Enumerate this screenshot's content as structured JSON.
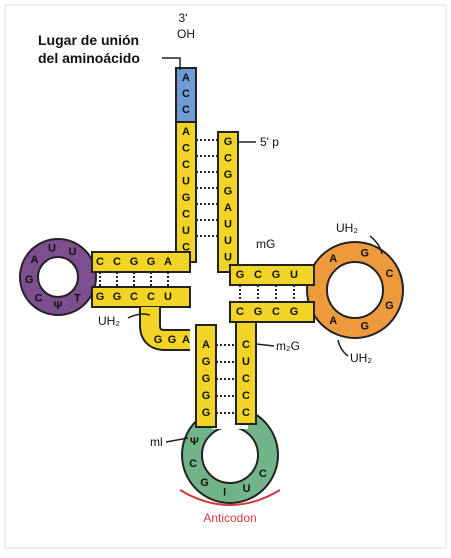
{
  "title_lines": [
    "Lugar de unión",
    "del aminoácido"
  ],
  "end_3_label": "3'",
  "oh_label": "OH",
  "end_5_label": "5' p",
  "colors": {
    "stem": "#f2d426",
    "acceptor_tail": "#6f9bd6",
    "d_loop": "#7d4f8e",
    "t_loop": "#ec9a3c",
    "anticodon_loop": "#72b489",
    "anticodon_bracket": "#d03a3a",
    "outline": "#222222"
  },
  "acceptor": {
    "tail_3prime": [
      "A",
      "C",
      "C"
    ],
    "strand_3prime": [
      "A",
      "C",
      "C",
      "U",
      "G",
      "C",
      "U",
      "C"
    ],
    "strand_5prime": [
      "G",
      "C",
      "G",
      "G",
      "A",
      "U",
      "U",
      "U"
    ]
  },
  "d_arm": {
    "top_strand": [
      "C",
      "C",
      "G",
      "G",
      "A"
    ],
    "bottom_strand": [
      "G",
      "G",
      "C",
      "C",
      "U"
    ],
    "loop": [
      "U",
      "U",
      "A",
      "G",
      "C",
      "Ψ",
      "T"
    ]
  },
  "t_arm": {
    "top_strand": [
      "G",
      "C",
      "G",
      "U"
    ],
    "bottom_strand": [
      "C",
      "G",
      "C",
      "G"
    ],
    "loop": [
      "A",
      "G",
      "C",
      "G",
      "G",
      "A"
    ],
    "label_top": "UH₂",
    "label_bottom": "UH₂",
    "label_mg": "mG"
  },
  "anticodon_arm": {
    "left_strand": [
      "A",
      "G",
      "G",
      "G",
      "G"
    ],
    "right_strand": [
      "C",
      "U",
      "C",
      "C",
      "C"
    ],
    "connector": [
      "G",
      "G",
      "A"
    ],
    "loop_bases": [
      "Ψ",
      "C",
      "G",
      "I",
      "U",
      "C"
    ],
    "label_ml": "ml",
    "label_m2g": "m₂G",
    "label_uh2": "UH₂",
    "anticodon_label": "Anticodon"
  }
}
